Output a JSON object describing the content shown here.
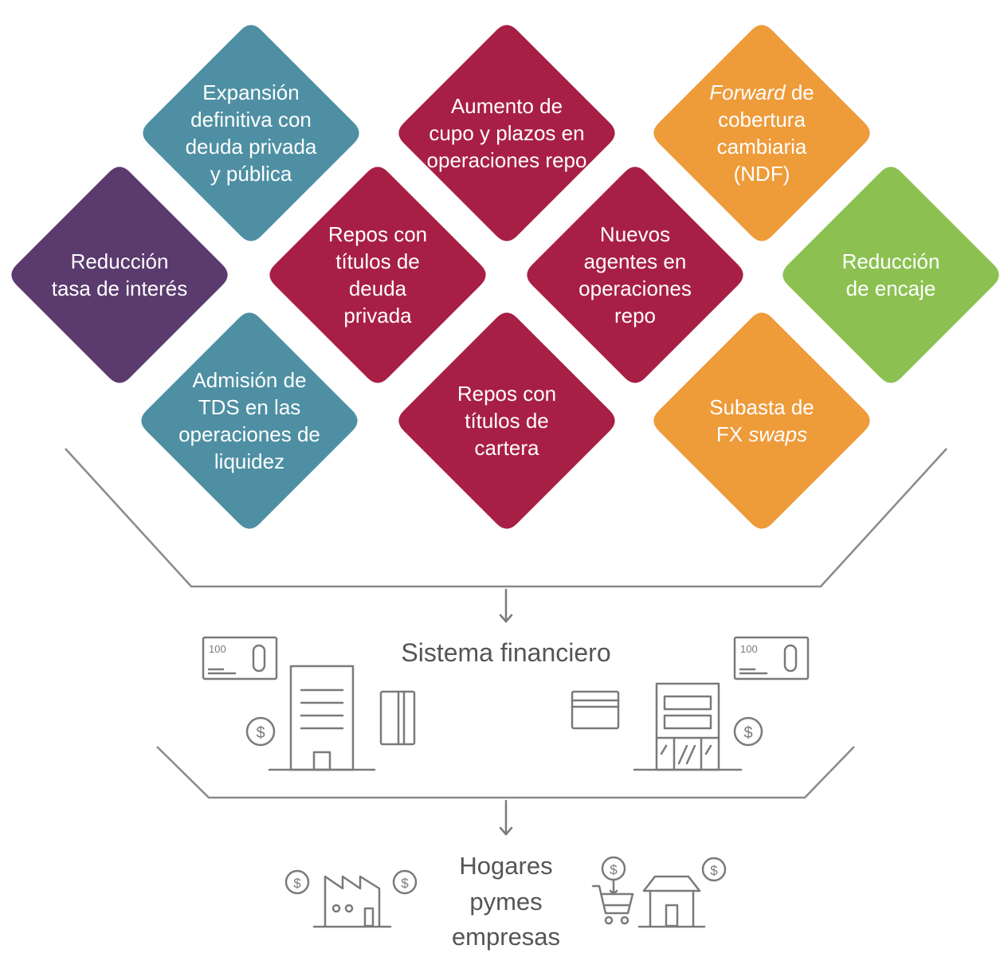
{
  "colors": {
    "purple": "#5b3a6e",
    "teal": "#4e8fa3",
    "crimson": "#a81f45",
    "orange": "#ee9b3a",
    "green": "#8cc152",
    "line": "#8a8a8a"
  },
  "measures": [
    {
      "id": "reduccion-tasa",
      "color": "purple",
      "lines": [
        [
          {
            "t": "Reducción"
          }
        ],
        [
          {
            "t": "tasa de interés"
          }
        ]
      ]
    },
    {
      "id": "expansion-definitiva",
      "color": "teal",
      "lines": [
        [
          {
            "t": "Expansión"
          }
        ],
        [
          {
            "t": "definitiva con"
          }
        ],
        [
          {
            "t": "deuda privada"
          }
        ],
        [
          {
            "t": "y pública"
          }
        ]
      ]
    },
    {
      "id": "admision-tds",
      "color": "teal",
      "lines": [
        [
          {
            "t": "Admisión de"
          }
        ],
        [
          {
            "t": "TDS en las"
          }
        ],
        [
          {
            "t": "operaciones de"
          }
        ],
        [
          {
            "t": "liquidez"
          }
        ]
      ]
    },
    {
      "id": "repos-deuda-privada",
      "color": "crimson",
      "lines": [
        [
          {
            "t": "Repos con"
          }
        ],
        [
          {
            "t": "títulos de"
          }
        ],
        [
          {
            "t": "deuda"
          }
        ],
        [
          {
            "t": "privada"
          }
        ]
      ]
    },
    {
      "id": "aumento-cupo",
      "color": "crimson",
      "lines": [
        [
          {
            "t": "Aumento de"
          }
        ],
        [
          {
            "t": "cupo y plazos en"
          }
        ],
        [
          {
            "t": "operaciones repo"
          }
        ]
      ]
    },
    {
      "id": "repos-cartera",
      "color": "crimson",
      "lines": [
        [
          {
            "t": "Repos con"
          }
        ],
        [
          {
            "t": "títulos de"
          }
        ],
        [
          {
            "t": "cartera"
          }
        ]
      ]
    },
    {
      "id": "nuevos-agentes",
      "color": "crimson",
      "lines": [
        [
          {
            "t": "Nuevos"
          }
        ],
        [
          {
            "t": "agentes en"
          }
        ],
        [
          {
            "t": "operaciones"
          }
        ],
        [
          {
            "t": "repo"
          }
        ]
      ]
    },
    {
      "id": "forward-cobertura",
      "color": "orange",
      "lines": [
        [
          {
            "t": "Forward",
            "i": true
          },
          {
            "t": " de"
          }
        ],
        [
          {
            "t": "cobertura"
          }
        ],
        [
          {
            "t": "cambiaria"
          }
        ],
        [
          {
            "t": "(NDF)"
          }
        ]
      ]
    },
    {
      "id": "subasta-fx",
      "color": "orange",
      "lines": [
        [
          {
            "t": "Subasta de"
          }
        ],
        [
          {
            "t": "FX "
          },
          {
            "t": "swaps",
            "i": true
          }
        ]
      ]
    },
    {
      "id": "reduccion-encaje",
      "color": "green",
      "lines": [
        [
          {
            "t": "Reducción"
          }
        ],
        [
          {
            "t": "de encaje"
          }
        ]
      ]
    }
  ],
  "levels": {
    "financial_system": "Sistema financiero",
    "end_users": [
      "Hogares",
      "pymes",
      "empresas"
    ]
  },
  "icons": {
    "banknote_value": "100",
    "dollar_sign": "$",
    "names": [
      "banknote-icon",
      "bank-building-icon",
      "dollar-coin-icon",
      "card-icon",
      "store-building-icon",
      "factory-icon",
      "shopping-cart-icon",
      "house-icon",
      "down-arrow-icon"
    ]
  }
}
